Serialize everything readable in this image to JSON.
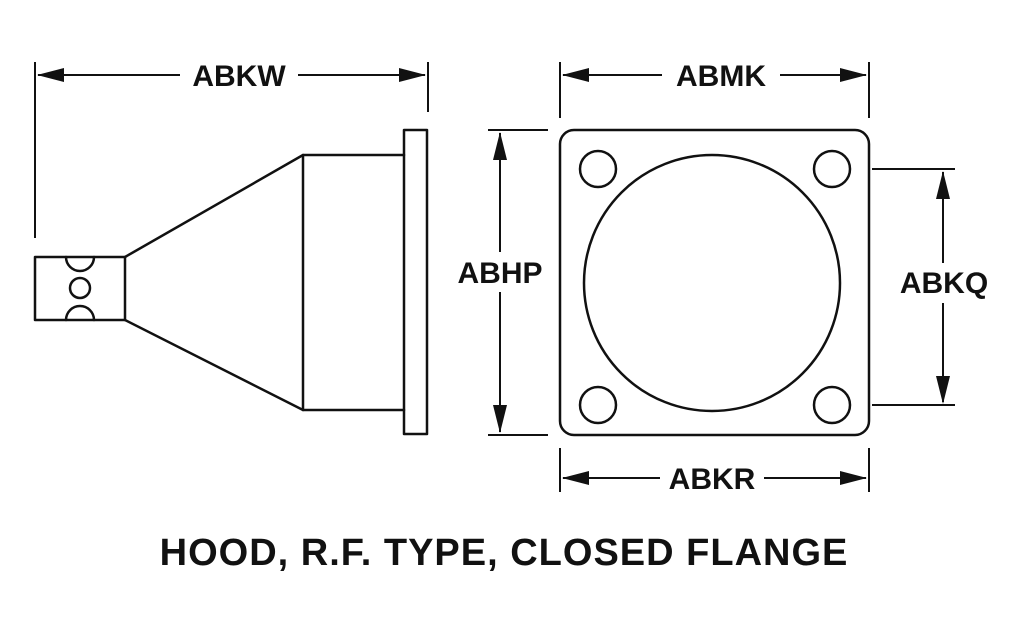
{
  "diagram": {
    "caption": "HOOD, R.F. TYPE, CLOSED FLANGE",
    "dimensions": {
      "side_length": "ABKW",
      "front_width_top": "ABMK",
      "front_height_left": "ABHP",
      "front_height_right": "ABKQ",
      "front_width_bottom": "ABKR"
    },
    "colors": {
      "line": "#111111",
      "background": "#ffffff"
    }
  }
}
